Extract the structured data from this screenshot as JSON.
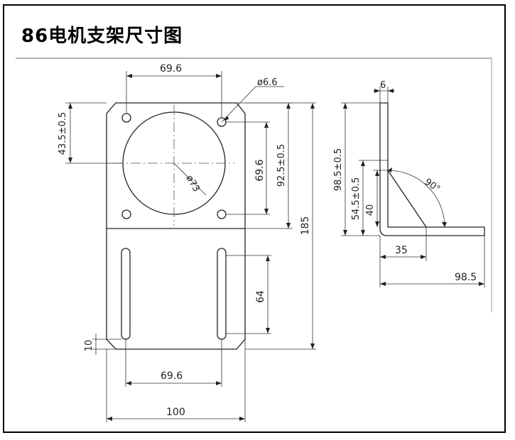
{
  "title": "86电机支架尺寸图",
  "dimensions": {
    "top_hole_spacing": "69.6",
    "hole_diameter": "ø6.6",
    "center_height": "43.5±0.5",
    "circle_diameter": "ø73",
    "vertical_hole_spacing": "69.6",
    "upper_height": "92.5±0.5",
    "total_height": "185",
    "slot_length": "64",
    "slot_bottom_offset": "10",
    "slot_spacing": "69.6",
    "total_width": "100",
    "thickness": "6",
    "side_height": "98.5±0.5",
    "side_mid_height": "54.5±0.5",
    "rib_height": "40",
    "angle": "90°",
    "rib_length": "35",
    "base_length": "98.5"
  }
}
